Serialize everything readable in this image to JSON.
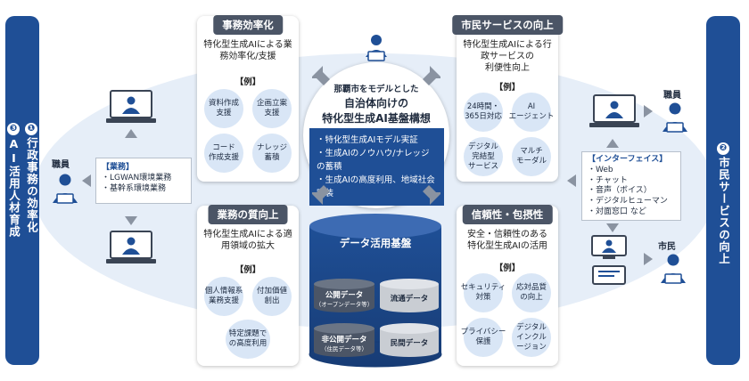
{
  "left_bar": {
    "num1": "❶",
    "text1": "行政事務の効率化",
    "num3": "❸",
    "text3": "AI活用人材育成"
  },
  "right_bar": {
    "num2": "❷",
    "text2": "市民サービスの向上"
  },
  "cards": {
    "jimu": {
      "title": "事務効率化",
      "subtitle_l1": "特化型生成AIによる業",
      "subtitle_l2": "務効率化/支援",
      "example": "【例】",
      "items": [
        "資料作成\n支援",
        "企画立案\n支援",
        "コード\n作成支援",
        "ナレッジ\n蓄積"
      ]
    },
    "gyomu": {
      "title": "業務の質向上",
      "subtitle_l1": "特化型生成AIによる適",
      "subtitle_l2": "用領域の拡大",
      "example": "【例】",
      "items": [
        "個人情報系\n業務支援",
        "付加価値\n創出",
        "特定課題で\nの高度利用"
      ]
    },
    "shimin": {
      "title": "市民サービスの向上",
      "subtitle_l1": "特化型生成AIによる行",
      "subtitle_l2": "政サービスの",
      "subtitle_l3": "利便性向上",
      "example": "【例】",
      "items": [
        "24時間・\n365日対応",
        "AI\nエージェント",
        "デジタル\n完結型\nサービス",
        "マルチ\nモーダル"
      ]
    },
    "shinrai": {
      "title": "信頼性・包摂性",
      "subtitle_l1": "安全・信頼性のある",
      "subtitle_l2": "特化型生成AIの活用",
      "example": "【例】",
      "items": [
        "セキュリティ\n対策",
        "応対品質\nの向上",
        "プライバシー\n保護",
        "デジタル\nインクル\nージョン"
      ]
    }
  },
  "center": {
    "title_l1": "那覇市をモデルとした",
    "title_l2": "自治体向けの",
    "title_l3": "特化型生成AI基盤構想",
    "bullets": [
      "・特化型生成AIモデル実証",
      "・生成AIのノウハウ/ナレッジの蓄積",
      "・生成AIの高度利用、地域社会実装"
    ]
  },
  "data_platform": {
    "title": "データ活用基盤",
    "items": [
      {
        "label": "公開データ",
        "sub": "（オープンデータ等）"
      },
      {
        "label": "流通データ",
        "sub": ""
      },
      {
        "label": "非公開データ",
        "sub": "（住民データ等）"
      },
      {
        "label": "民間データ",
        "sub": ""
      }
    ]
  },
  "left_staff": {
    "label": "職員",
    "box_title": "【業務】",
    "box_items": [
      "・LGWAN環境業務",
      "・基幹系環境業務"
    ]
  },
  "right_side": {
    "staff_label": "職員",
    "citizen_label": "市民",
    "box_title": "【インターフェイス】",
    "box_items": [
      "・Web",
      "・チャット",
      "・音声（ボイス）",
      "・デジタルヒューマン",
      "・対面窓口 など"
    ]
  },
  "colors": {
    "navy": "#1f4f96",
    "header_gray": "#4b5566",
    "bubble": "#d9e6f6",
    "background_ellipse": "#e6eef8"
  }
}
